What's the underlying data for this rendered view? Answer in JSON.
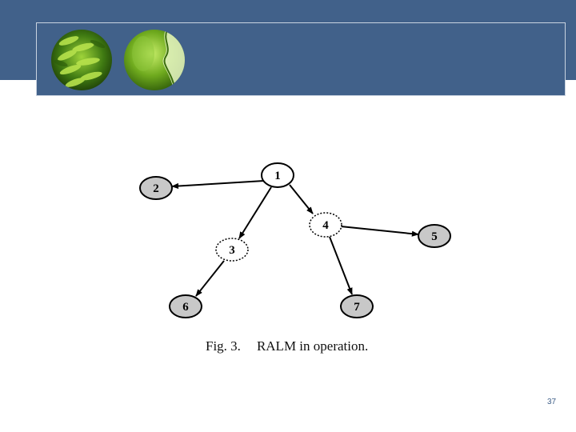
{
  "colors": {
    "header_band": "#41618a",
    "filled_node": "#c8c8c8",
    "page_number": "#41618a"
  },
  "header": {
    "images": [
      "fern-leaves-photo",
      "green-leaf-closeup-photo"
    ]
  },
  "diagram": {
    "nodes": [
      {
        "id": "1",
        "label": "1",
        "style": "solid-white"
      },
      {
        "id": "2",
        "label": "2",
        "style": "solid-gray"
      },
      {
        "id": "3",
        "label": "3",
        "style": "dashed-white"
      },
      {
        "id": "4",
        "label": "4",
        "style": "dashed-white"
      },
      {
        "id": "5",
        "label": "5",
        "style": "solid-gray"
      },
      {
        "id": "6",
        "label": "6",
        "style": "solid-gray"
      },
      {
        "id": "7",
        "label": "7",
        "style": "solid-gray"
      }
    ],
    "edges": [
      {
        "from": "1",
        "to": "2"
      },
      {
        "from": "1",
        "to": "3"
      },
      {
        "from": "1",
        "to": "4"
      },
      {
        "from": "4",
        "to": "5"
      },
      {
        "from": "3",
        "to": "6"
      },
      {
        "from": "4",
        "to": "7"
      }
    ]
  },
  "caption": {
    "figure": "Fig. 3.",
    "text": "RALM in operation."
  },
  "page_number": "37"
}
